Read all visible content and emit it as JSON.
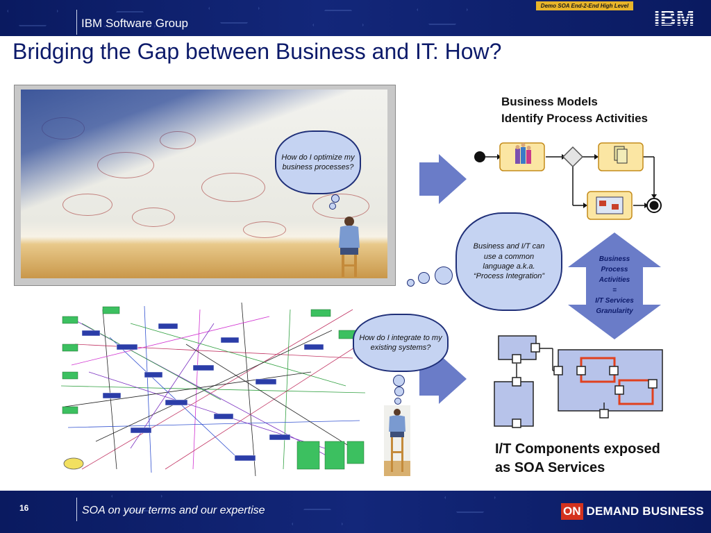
{
  "header": {
    "group": "IBM Software Group",
    "demo_tag": "Demo SOA End-2-End High Level",
    "logo": "IBM"
  },
  "title": "Bridging the Gap between Business and IT: How?",
  "clouds": {
    "optimize": "How do I optimize my business processes?",
    "language": "Business and I/T can use a common language a.k.a. “Process Integration”",
    "integrate": "How do I integrate to my existing systems?"
  },
  "business_models": {
    "line1": "Business Models",
    "line2": "Identify Process Activities"
  },
  "double_arrow": {
    "line1": "Business",
    "line2": "Process",
    "line3": "Activities",
    "line4": "=",
    "line5": "I/T Services",
    "line6": "Granularity"
  },
  "it_components": {
    "line1": "I/T Components exposed",
    "line2": "as SOA Services"
  },
  "footer": {
    "page_number": "16",
    "tagline": "SOA on your terms and our expertise",
    "brand_on": "ON",
    "brand_rest": "DEMAND BUSINESS"
  },
  "colors": {
    "navy": "#0a1a60",
    "title": "#0c1a6a",
    "arrow": "#6a7cc8",
    "cloud": "#c5d3f2",
    "task_fill": "#fbe6a3",
    "task_border": "#c48b1a",
    "component_fill": "#b7c3ea",
    "highlight": "#e0401e",
    "brand_red": "#d4321e"
  }
}
